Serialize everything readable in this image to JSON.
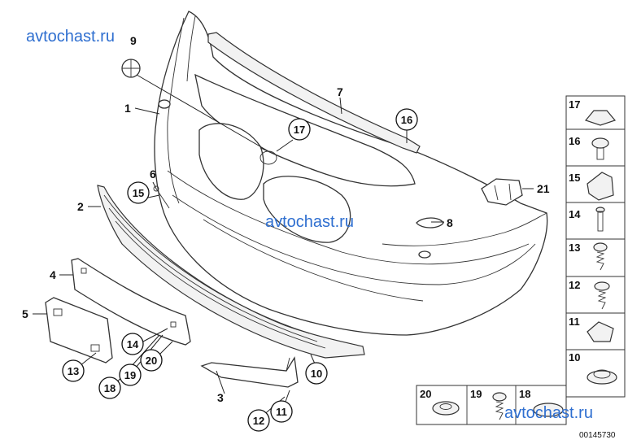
{
  "watermarks": {
    "top_left": "avtochast.ru",
    "center": "avtochast.ru",
    "bottom_right": "avtochast.ru"
  },
  "figure_number": "00145730",
  "callouts": {
    "c1": "1",
    "c2": "2",
    "c3": "3",
    "c4": "4",
    "c5": "5",
    "c6": "6",
    "c7": "7",
    "c8": "8",
    "c9": "9",
    "c21": "21"
  },
  "circled": {
    "c17": "17",
    "c16": "16",
    "c15": "15",
    "c14": "14",
    "c13": "13",
    "c20": "20",
    "c19": "19",
    "c18": "18",
    "c10": "10",
    "c12": "12",
    "c11": "11"
  },
  "side_panel": [
    "17",
    "16",
    "15",
    "14",
    "13",
    "12",
    "11",
    "10"
  ],
  "bottom_panel": [
    "20",
    "19",
    "18"
  ]
}
